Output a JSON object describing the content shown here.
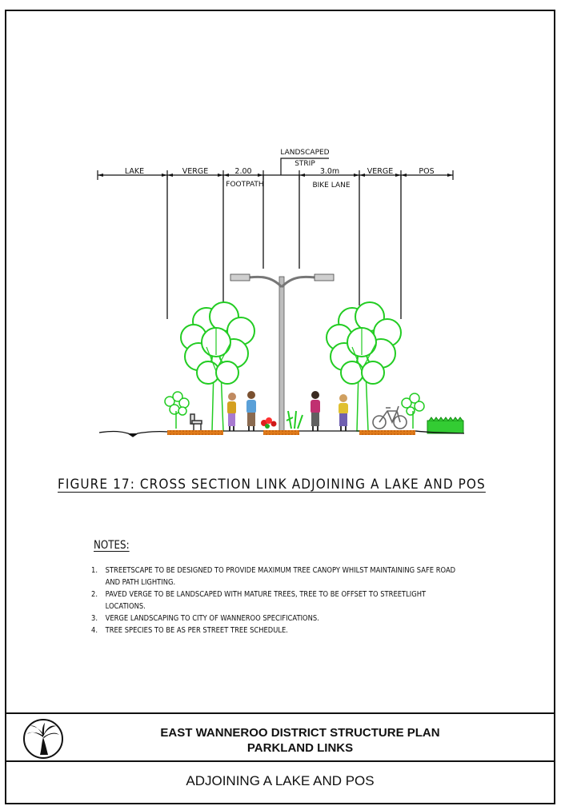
{
  "drawing": {
    "labels": {
      "lake": "LAKE",
      "verge_left": "VERGE",
      "footpath_width": "2.00",
      "footpath": "FOOTPATH",
      "landscaped": "LANDSCAPED",
      "strip": "STRIP",
      "bike_width": "3.0m",
      "bike_lane": "BIKE LANE",
      "verge_right": "VERGE",
      "pos": "POS"
    },
    "colors": {
      "tree": "#22cc22",
      "trunk": "#ffffff",
      "verge_fill": "#e07b1a",
      "pole": "#9a9a9a",
      "hedge": "#33cc33"
    }
  },
  "figure": {
    "caption": "FIGURE 17: CROSS SECTION LINK ADJOINING A LAKE AND POS"
  },
  "notes": {
    "heading": "NOTES:",
    "items": [
      {
        "num": "1.",
        "text": "STREETSCAPE TO BE DESIGNED TO PROVIDE MAXIMUM TREE CANOPY WHILST MAINTAINING SAFE ROAD AND PATH LIGHTING."
      },
      {
        "num": "2.",
        "text": "PAVED VERGE TO BE LANDSCAPED WITH MATURE TREES, TREE TO BE OFFSET TO STREETLIGHT LOCATIONS."
      },
      {
        "num": "3.",
        "text": "VERGE LANDSCAPING TO CITY OF WANNEROO SPECIFICATIONS."
      },
      {
        "num": "4.",
        "text": "TREE SPECIES TO BE AS PER STREET TREE SCHEDULE."
      }
    ]
  },
  "title_block": {
    "logo_icon": "city-of-wanneroo-logo-icon",
    "line1": "EAST WANNEROO DISTRICT STRUCTURE PLAN",
    "line2": "PARKLAND LINKS",
    "sheet_title": "ADJOINING A LAKE AND POS"
  }
}
